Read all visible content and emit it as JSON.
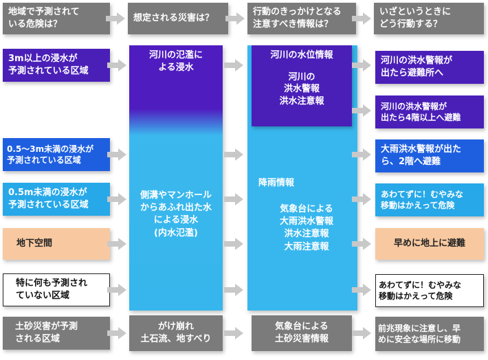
{
  "headers": [
    "地域で予測されて\nいる危険は？",
    "想定される災害は？",
    "行動のきっかけとなる\n注意すべき情報は？",
    "いざというときに\nどう行動する？"
  ],
  "risks": [
    "3m以上の浸水が\n予測されている区域",
    "0.5～3m未満の浸水が\n予測されている区域",
    "0.5m未満の浸水が\n予測されている区域",
    "地下空間",
    "特に何も予測され\nていない区域",
    "土砂災害が予測\nされる区域"
  ],
  "disasters": {
    "river_flood": "河川の氾濫に\nよる浸水",
    "inland_flood": "側溝やマンホール\nからあふれ出た水\nによる浸水\n(内水氾濫)",
    "landslide": "がけ崩れ\n土石流、地すべり"
  },
  "info": {
    "river_title": "河川の水位情報",
    "river_detail": "河川の\n洪水警報\n洪水注意報",
    "rain_title": "降雨情報",
    "rain_detail": "気象台による\n大雨洪水警報\n洪水注意報\n大雨注意報",
    "landslide": "気象台による\n土砂災害情報"
  },
  "actions": [
    "河川の洪水警報が\n出たら避難所へ",
    "河川の洪水警報が\n出たら4階以上へ避難",
    "大雨洪水警報が出た\nら、2階へ避難",
    "あわてずに！むやみな\n移動はかえって危険",
    "早めに地上に避難",
    "あわてずに！むやみな\n移動はかえって危険",
    "前兆現象に注意し、早\nめに安全な場所に移動"
  ]
}
